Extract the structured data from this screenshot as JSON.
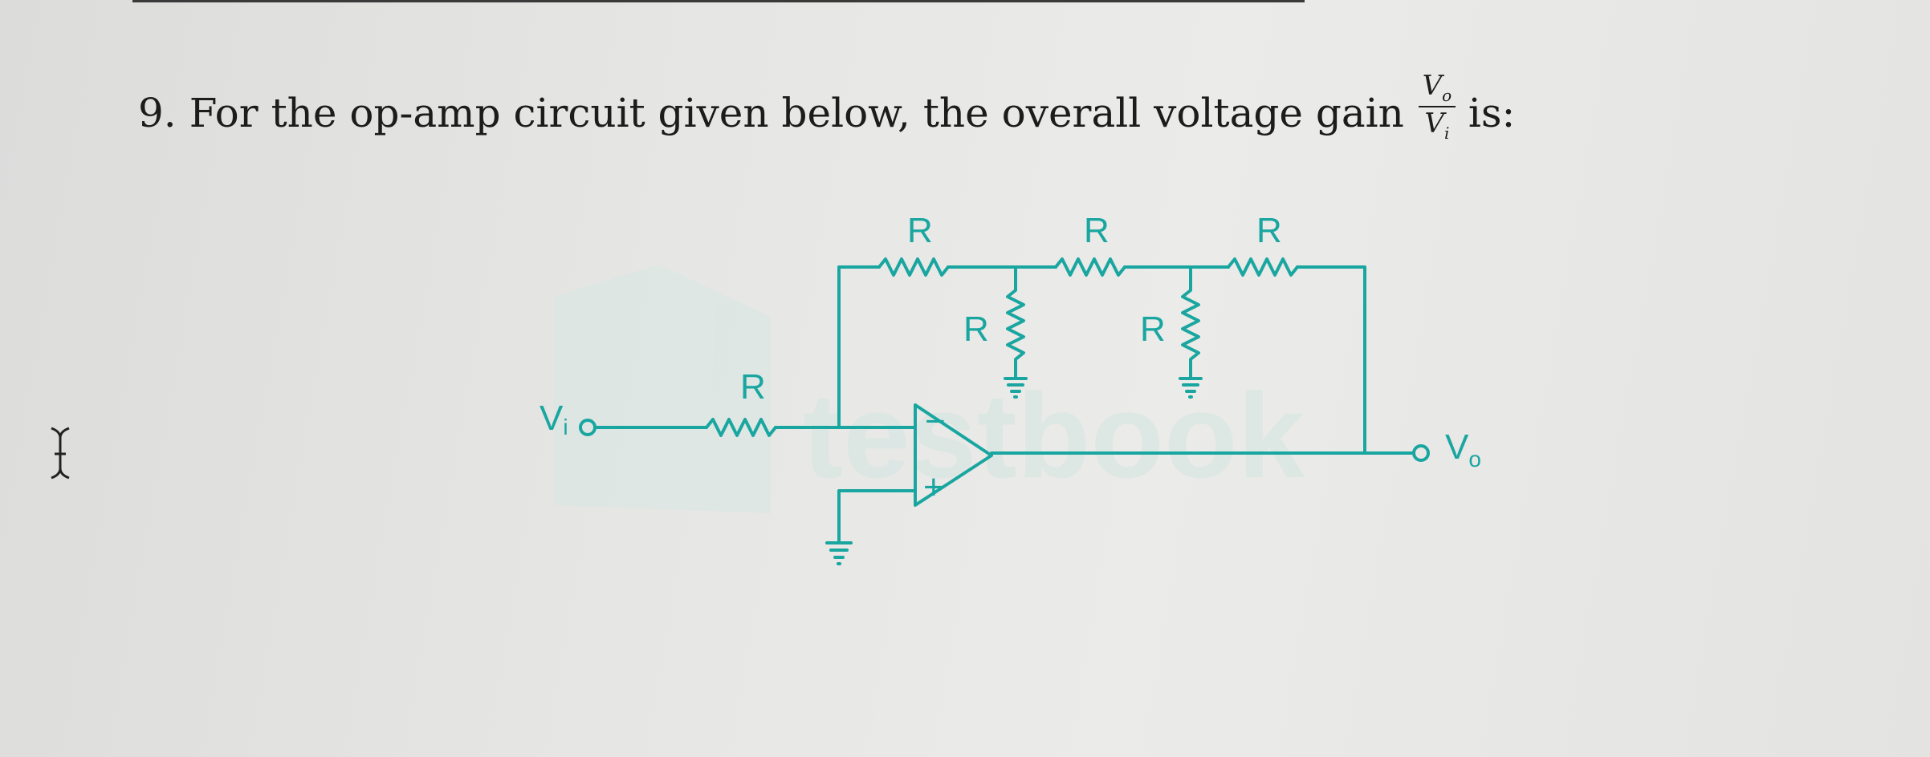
{
  "question": {
    "number": "9.",
    "text": "For the op-amp circuit given below, the overall voltage gain",
    "gain_numerator": "V",
    "gain_numerator_sub": "o",
    "gain_denominator": "V",
    "gain_denominator_sub": "i",
    "suffix": "is:"
  },
  "circuit": {
    "resistor_label": "R",
    "input_label": "V",
    "input_sub": "i",
    "output_label": "V",
    "output_sub": "o",
    "opamp_inverting": "−",
    "opamp_noninverting": "+",
    "wire_color": "#1aa6a0"
  },
  "watermark": {
    "text": "testbook"
  },
  "icons": {
    "cursor": "text-cursor-icon"
  }
}
